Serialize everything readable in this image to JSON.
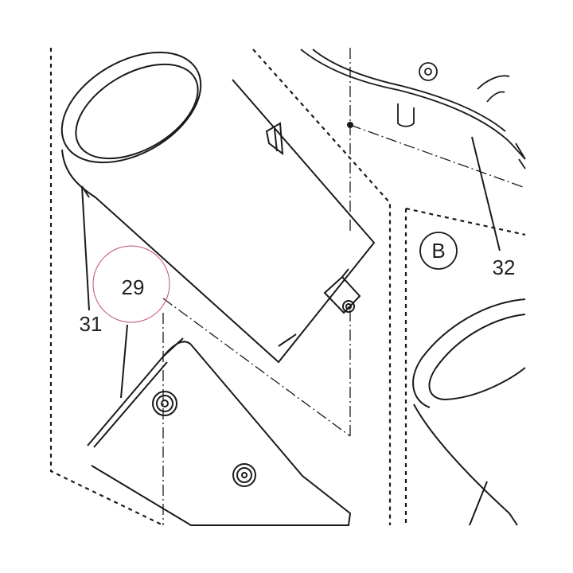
{
  "diagram": {
    "callouts": {
      "part_29": "29",
      "part_31": "31",
      "part_32": "32",
      "detail_b": "B"
    },
    "colors": {
      "line": "#1a1a1a",
      "highlight_circle": "#c0506e",
      "background": "#ffffff"
    }
  }
}
